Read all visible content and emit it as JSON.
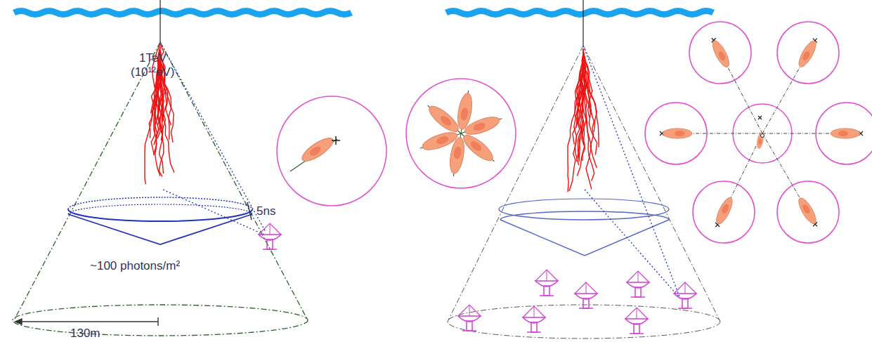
{
  "diagram": {
    "labels": [
      "1TeV",
      "(10¹²eV)",
      "5ns",
      "~100 photons/m²",
      "130m"
    ]
  }
}
